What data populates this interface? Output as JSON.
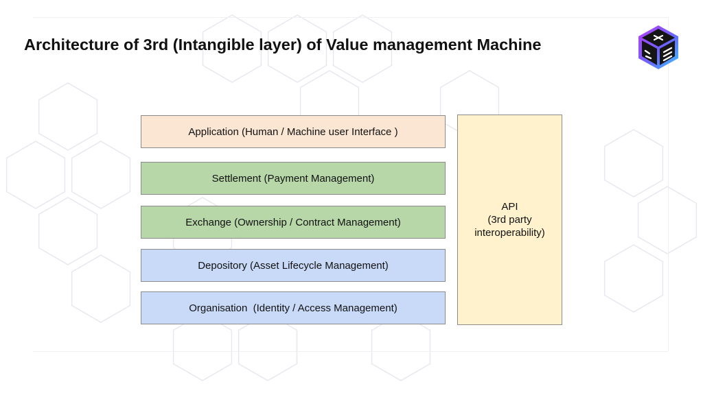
{
  "slide": {
    "title": "Architecture of 3rd (Intangible layer) of Value management Machine"
  },
  "layers": [
    {
      "label": "Application (Human / Machine user Interface )",
      "color": "#fbe5d3"
    },
    {
      "label": "Settlement (Payment Management)",
      "color": "#b7d7a8"
    },
    {
      "label": "Exchange (Ownership / Contract Management)",
      "color": "#b7d7a8"
    },
    {
      "label": "Depository (Asset Lifecycle Management)",
      "color": "#c9daf8"
    },
    {
      "label": "Organisation  (Identity / Access Management)",
      "color": "#c9daf8"
    }
  ],
  "api": {
    "title": "API",
    "line2": "(3rd party",
    "line3": "interoperability)",
    "color": "#fff2cc"
  },
  "logo": {
    "icon": "cube-logo-icon"
  }
}
